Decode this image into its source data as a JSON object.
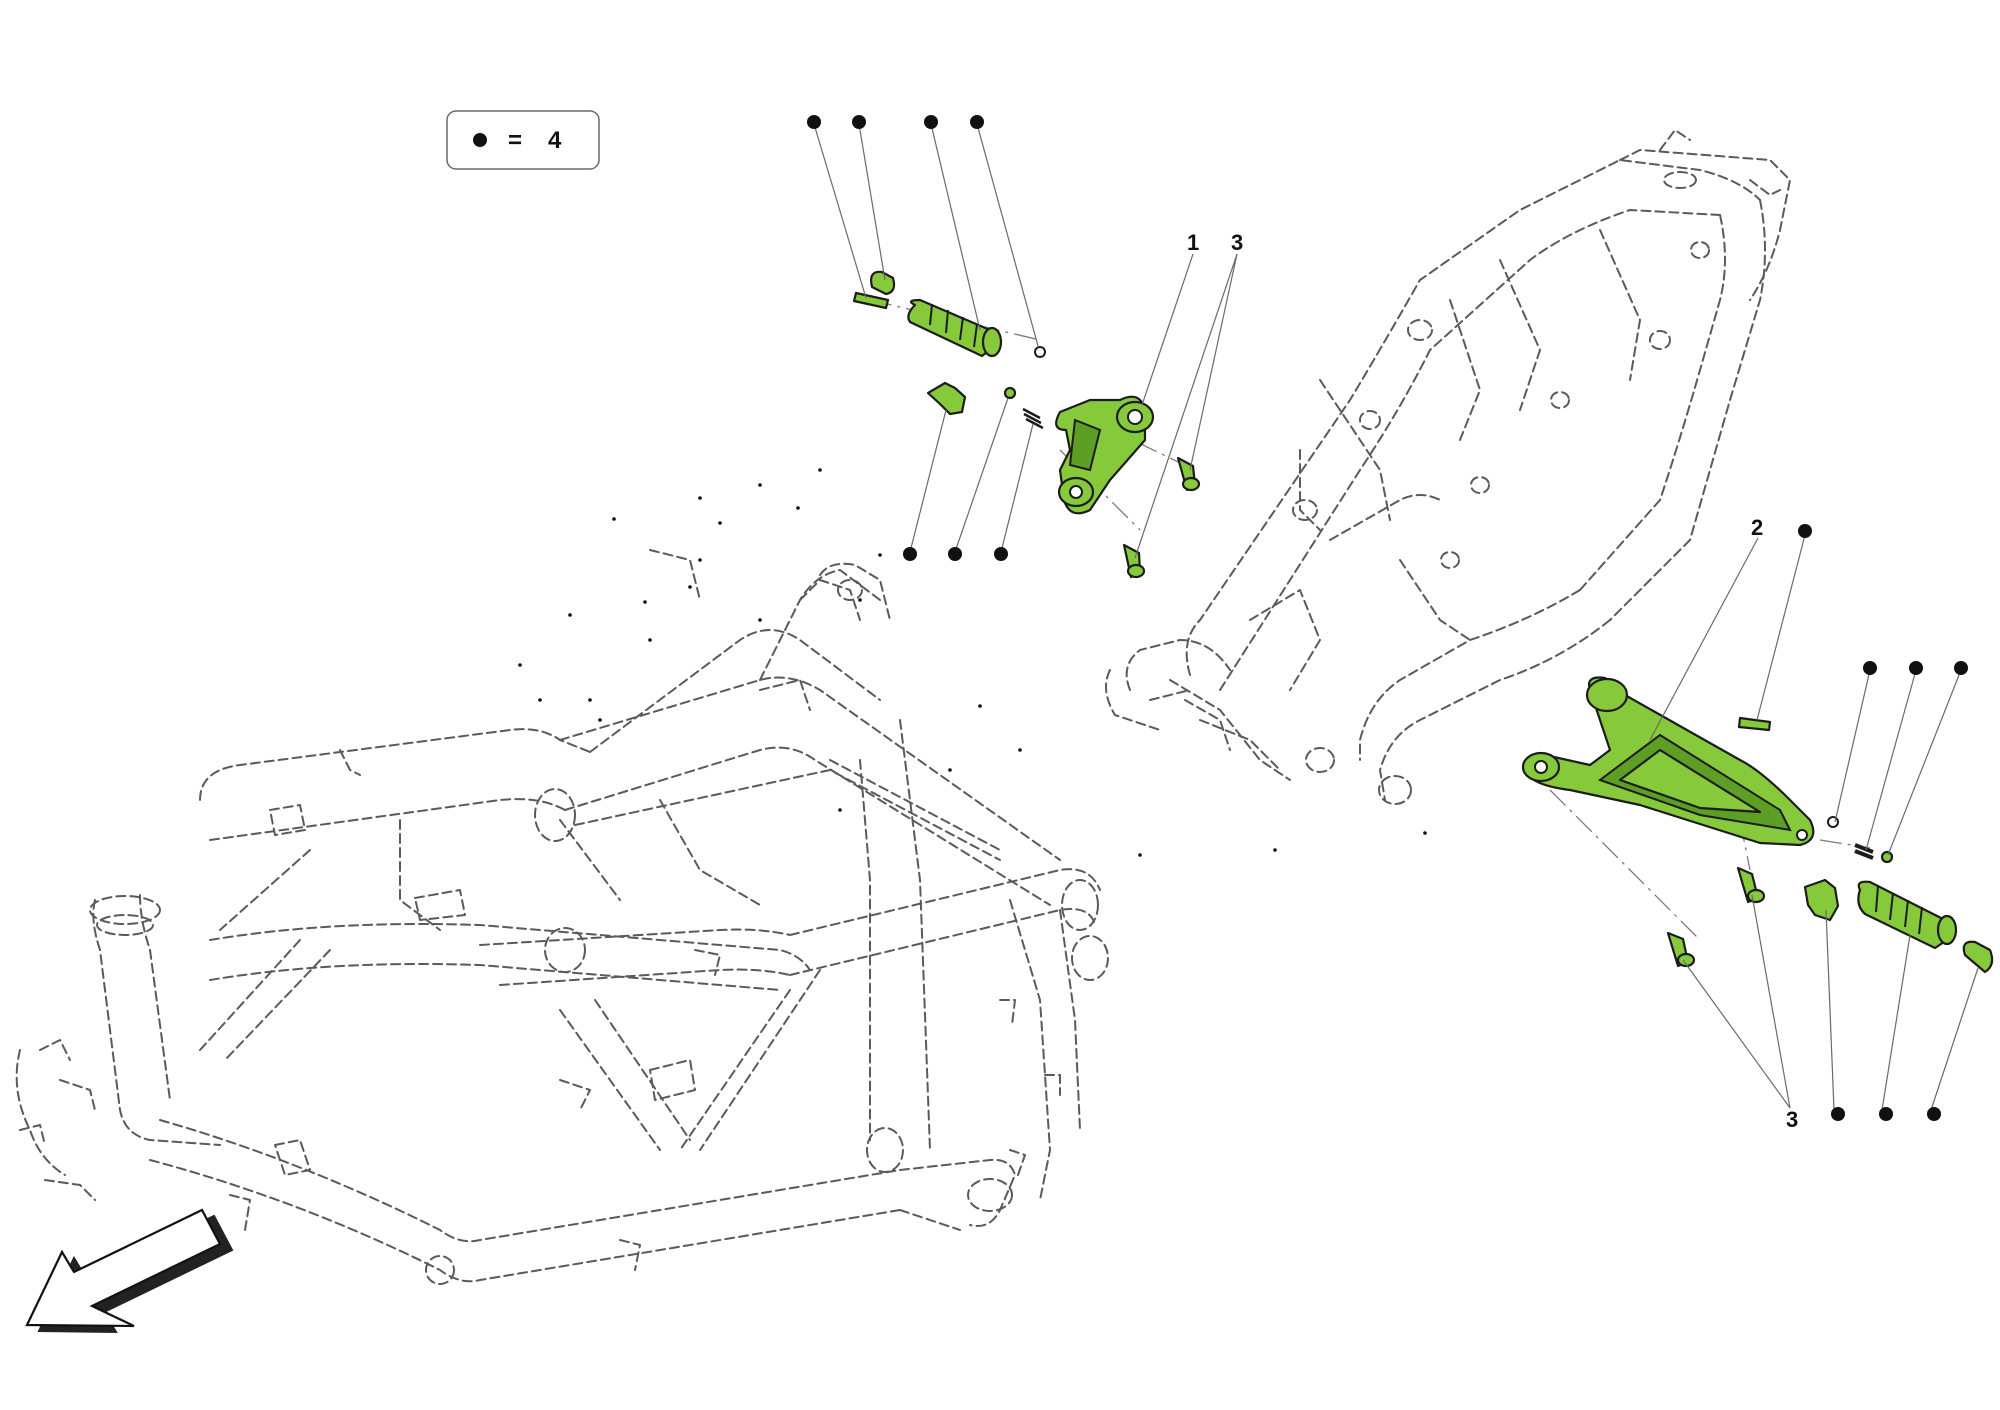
{
  "legend": {
    "symbol": "●",
    "equals": "=",
    "value": "4"
  },
  "callouts": {
    "footrest_bracket_left": "1",
    "screws_left": "3",
    "footrest_bracket_right": "2",
    "screws_right": "3"
  },
  "colors": {
    "highlighted_part": "#86c93a",
    "frame_line": "#5a5a5a",
    "background": "#ffffff"
  },
  "icons": {
    "direction_arrow": "arrow-down-left-icon",
    "kit_marker": "filled-dot-icon"
  }
}
